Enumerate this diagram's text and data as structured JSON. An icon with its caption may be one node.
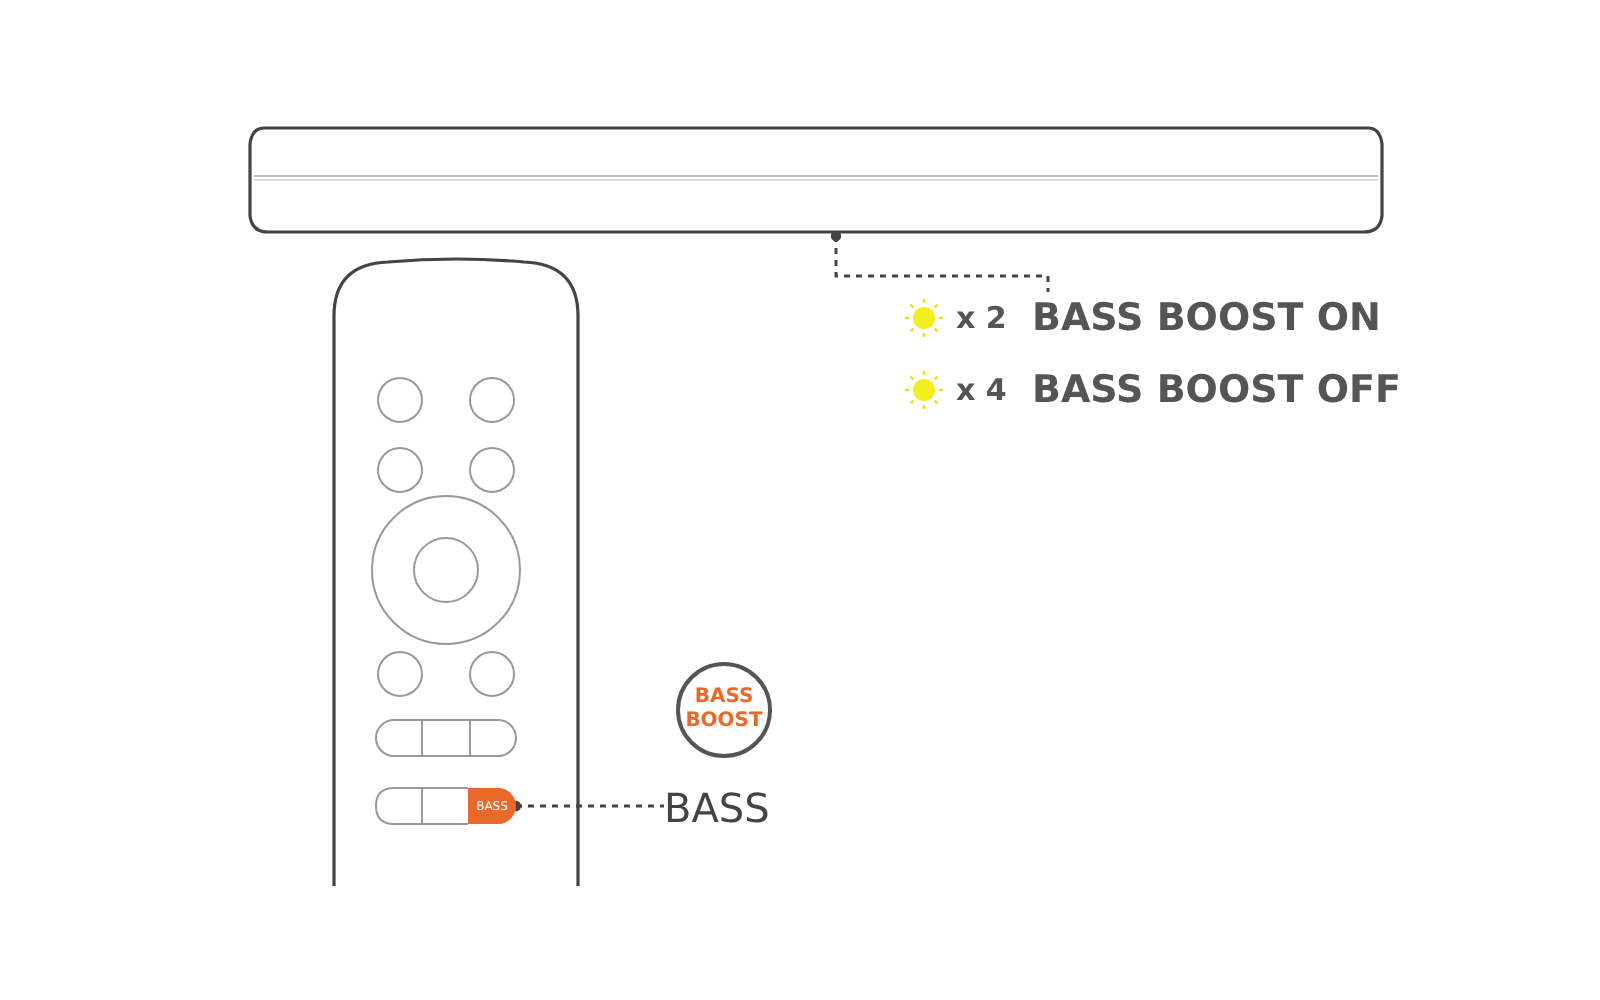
{
  "diagram": {
    "nodes": [
      {
        "text": [],
        "shape": "picture"
      },
      {
        "text": [
          "BASS BOOST ON"
        ],
        "beside": [
          "x 2"
        ]
      },
      {
        "text": [
          "BASS BOOST OFF"
        ],
        "beside": [
          "x 4"
        ]
      },
      {
        "text": [],
        "shape": "picture"
      },
      {
        "text": [
          "BASS"
        ],
        "in": 3
      },
      {
        "text": [
          "BASS BOOST"
        ]
      },
      {
        "text": [
          "BASS"
        ]
      }
    ],
    "edges": [
      {
        "from": 0,
        "to": 1,
        "arrow": "other",
        "style": "dashed"
      },
      {
        "from": 4,
        "to": 6,
        "arrow": "other",
        "style": "dashed"
      }
    ]
  }
}
